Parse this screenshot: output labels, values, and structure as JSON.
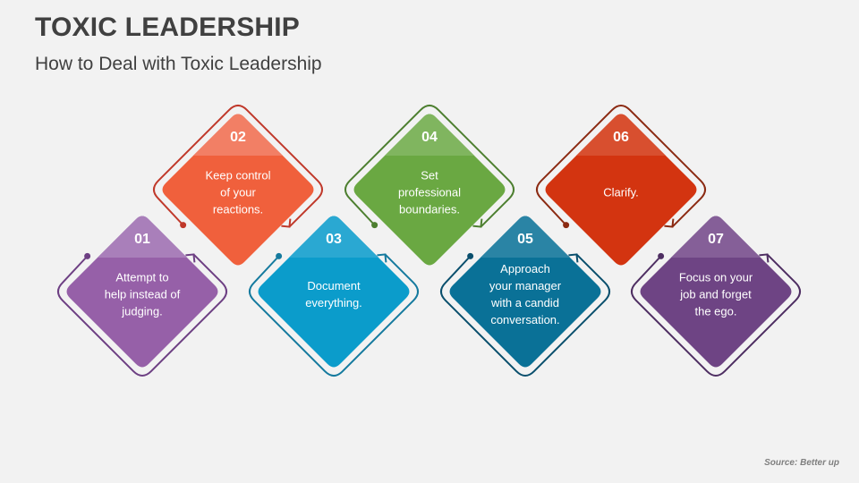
{
  "header": {
    "title": "TOXIC LEADERSHIP",
    "subtitle": "How to Deal with Toxic Leadership"
  },
  "steps": [
    {
      "number": "01",
      "text": "Attempt to help instead of judging.",
      "lines": [
        "Attempt to",
        "help instead of",
        "judging."
      ],
      "color": "#9660a8",
      "top_color": "#a97fba",
      "line_color": "#6d3f83"
    },
    {
      "number": "02",
      "text": "Keep control of your reactions.",
      "lines": [
        "Keep control",
        "of your",
        "reactions."
      ],
      "color": "#f0603c",
      "top_color": "#f27f65",
      "line_color": "#c0392b"
    },
    {
      "number": "03",
      "text": "Document everything.",
      "lines": [
        "Document",
        "everything."
      ],
      "color": "#0b9ccb",
      "top_color": "#2aa8d2",
      "line_color": "#157a9e"
    },
    {
      "number": "04",
      "text": "Set professional boundaries.",
      "lines": [
        "Set",
        "professional",
        "boundaries."
      ],
      "color": "#6aa842",
      "top_color": "#80b55f",
      "line_color": "#4d7f30"
    },
    {
      "number": "05",
      "text": "Approach your manager with a candid conversation.",
      "lines": [
        "Approach",
        "your manager",
        "with a candid",
        "conversation."
      ],
      "color": "#0a7197",
      "top_color": "#2a84a5",
      "line_color": "#0a4f6d"
    },
    {
      "number": "06",
      "text": "Clarify.",
      "lines": [
        "Clarify."
      ],
      "color": "#d33410",
      "top_color": "#d84f2f",
      "line_color": "#8b2a12"
    },
    {
      "number": "07",
      "text": "Focus on your job and forget the ego.",
      "lines": [
        "Focus on your",
        "job and forget",
        "the ego."
      ],
      "color": "#6e4484",
      "top_color": "#855f98",
      "line_color": "#4e2e62"
    }
  ],
  "footer": {
    "source": "Source: Better up"
  }
}
